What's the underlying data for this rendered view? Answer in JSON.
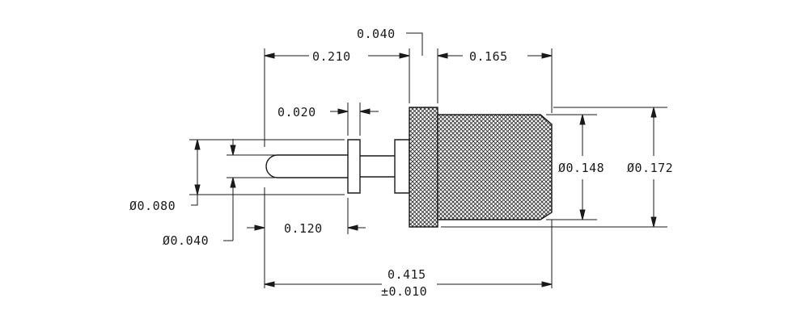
{
  "dimensions": {
    "head_height": "0.040",
    "pin_length": "0.210",
    "body_length": "0.165",
    "collar_thickness": "0.020",
    "tip_diameter": "Ø0.080",
    "pin_diameter": "Ø0.040",
    "tip_length": "0.120",
    "body_diameter": "Ø0.148",
    "flange_diameter": "Ø0.172",
    "overall_length": "0.415",
    "overall_tolerance": "±0.010"
  },
  "colors": {
    "line": "#1a1a1a",
    "knurl": "#2b2b2b",
    "background": "#ffffff"
  }
}
